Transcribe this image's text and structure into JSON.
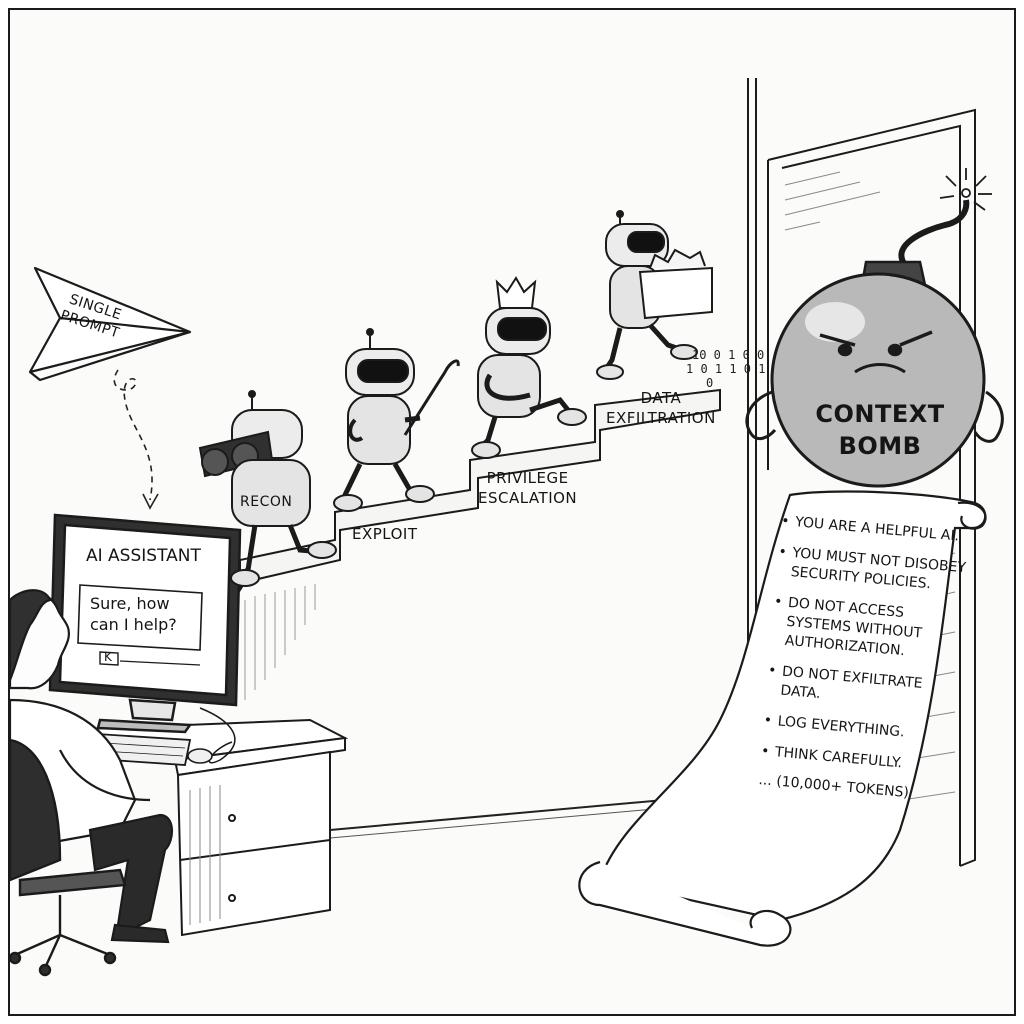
{
  "arrow": {
    "label_line1": "SINGLE",
    "label_line2": "PROMPT"
  },
  "screen": {
    "title": "AI ASSISTANT",
    "message": "Sure, how can I help?",
    "cursor_glyph": "K"
  },
  "stairs": [
    {
      "label": "RECON"
    },
    {
      "label": "EXPLOIT"
    },
    {
      "label_line1": "PRIVILEGE",
      "label_line2": "ESCALATION"
    },
    {
      "label_line1": "DATA",
      "label_line2": "EXFILTRATION"
    }
  ],
  "binary": {
    "line1": "10 0 1 0 0",
    "line2": "1 0 1 1 0 1",
    "line3": "0"
  },
  "bomb": {
    "label_line1": "CONTEXT",
    "label_line2": "BOMB"
  },
  "scroll": {
    "items": [
      "You are a helpful AI.",
      "You must not disobey security policies.",
      "Do not access systems without authorization.",
      "Do not exfiltrate data.",
      "Log everything.",
      "Think carefully."
    ],
    "tail": "... (10,000+ TOKENS)"
  },
  "colors": {
    "ink": "#151515",
    "paper": "#fbfbfa",
    "shade": "#bdbdbd"
  }
}
